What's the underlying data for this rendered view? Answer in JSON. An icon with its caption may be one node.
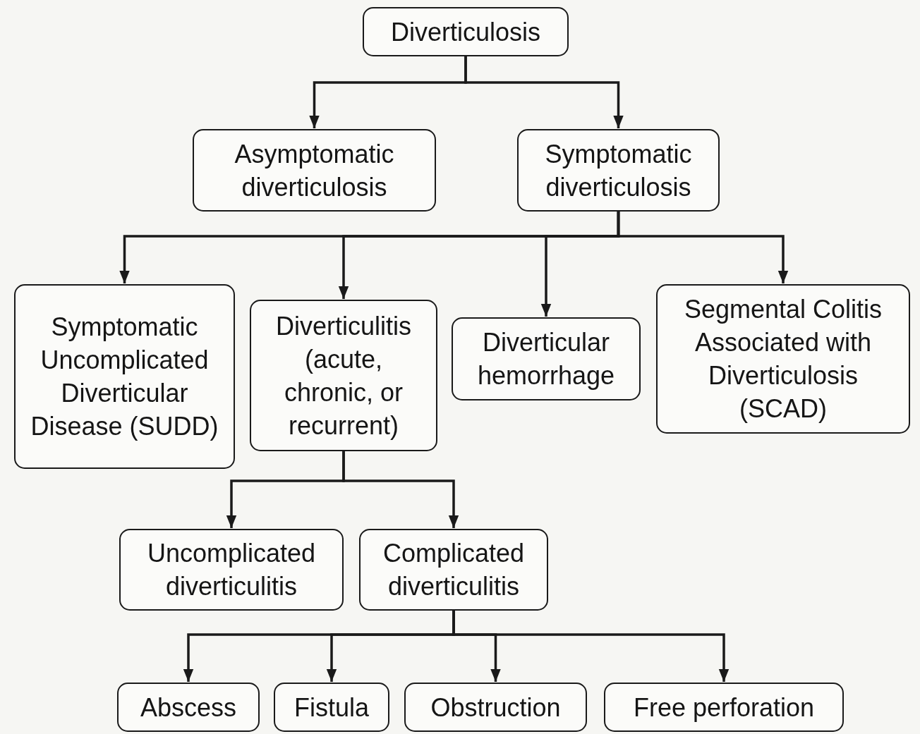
{
  "diagram": {
    "nodes": [
      {
        "text": [
          "Diverticulosis"
        ]
      },
      {
        "text": [
          "Asymptomatic diverticulosis"
        ]
      },
      {
        "text": [
          "Symptomatic diverticulosis"
        ]
      },
      {
        "text": [
          "Symptomatic Uncomplicated Diverticular Disease (SUDD)"
        ]
      },
      {
        "text": [
          "Diverticulitis (acute, chronic, or recurrent)"
        ]
      },
      {
        "text": [
          "Diverticular hemorrhage"
        ]
      },
      {
        "text": [
          "Segmental Colitis Associated with Diverticulosis (SCAD)"
        ]
      },
      {
        "text": [
          "Uncomplicated diverticulitis"
        ]
      },
      {
        "text": [
          "Complicated diverticulitis"
        ]
      },
      {
        "text": [
          "Abscess"
        ]
      },
      {
        "text": [
          "Fistula"
        ]
      },
      {
        "text": [
          "Obstruction"
        ]
      },
      {
        "text": [
          "Free perforation"
        ]
      }
    ],
    "edges": [
      {
        "from": 0,
        "to": 1,
        "arrow": "to"
      },
      {
        "from": 0,
        "to": 2,
        "arrow": "to"
      },
      {
        "from": 2,
        "to": 3,
        "arrow": "to"
      },
      {
        "from": 2,
        "to": 4,
        "arrow": "to"
      },
      {
        "from": 2,
        "to": 5,
        "arrow": "to"
      },
      {
        "from": 2,
        "to": 6,
        "arrow": "to"
      },
      {
        "from": 4,
        "to": 7,
        "arrow": "to"
      },
      {
        "from": 4,
        "to": 8,
        "arrow": "to"
      },
      {
        "from": 8,
        "to": 9,
        "arrow": "to"
      },
      {
        "from": 8,
        "to": 10,
        "arrow": "to"
      },
      {
        "from": 8,
        "to": 11,
        "arrow": "to"
      },
      {
        "from": 8,
        "to": 12,
        "arrow": "to"
      }
    ]
  }
}
